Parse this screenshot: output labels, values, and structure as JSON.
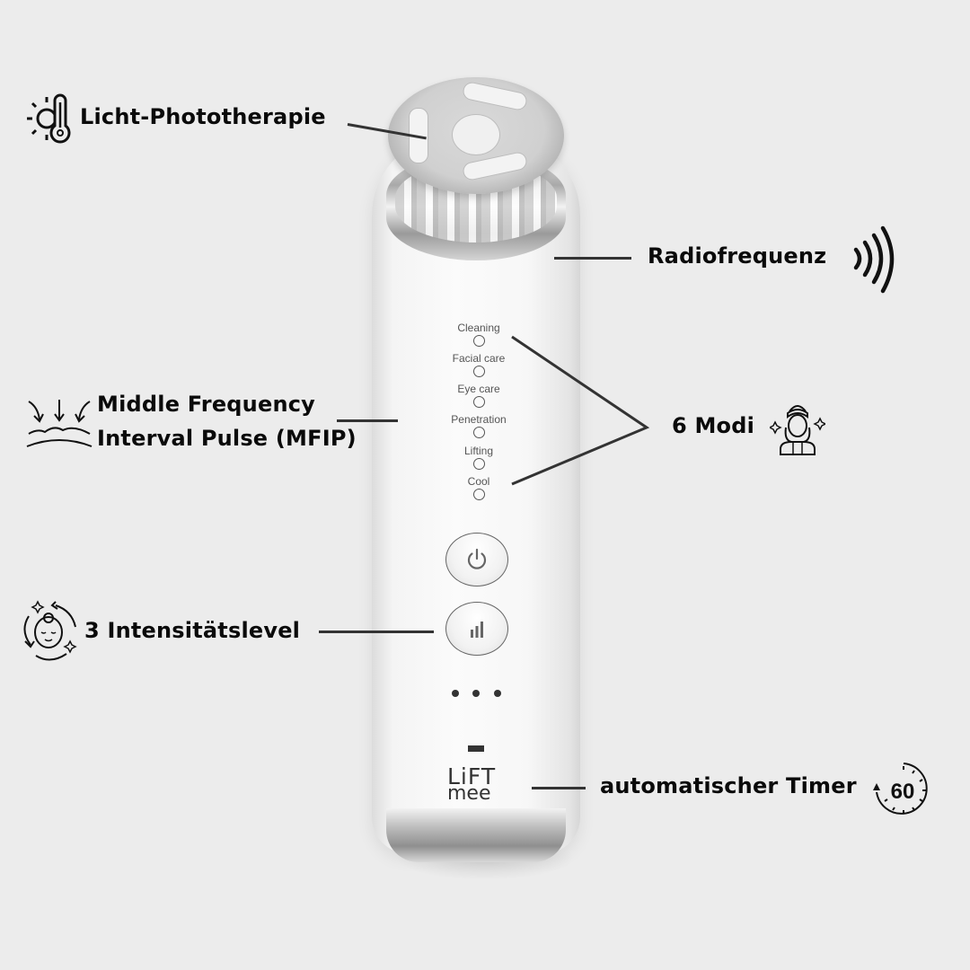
{
  "features": {
    "light_therapy": {
      "label": "Licht-Phototherapie",
      "icon": "sun-thermometer-icon"
    },
    "radio_frequency": {
      "label": "Radiofrequenz",
      "icon": "radio-waves-icon"
    },
    "mfip": {
      "label_line1": "Middle Frequency",
      "label_line2": "Interval Pulse (MFIP)",
      "icon": "pressure-waves-icon"
    },
    "modes": {
      "label": "6 Modi",
      "icon": "woman-sparkle-icon"
    },
    "intensity": {
      "label": "3 Intensitätslevel",
      "icon": "face-cycle-icon"
    },
    "timer": {
      "label": "automatischer Timer",
      "icon": "stopwatch-icon",
      "value": "60"
    }
  },
  "device": {
    "brand_line1": "LiFT",
    "brand_line2": "mee",
    "mode_list": [
      {
        "name": "Cleaning"
      },
      {
        "name": "Facial care"
      },
      {
        "name": "Eye care"
      },
      {
        "name": "Penetration"
      },
      {
        "name": "Lifting"
      },
      {
        "name": "Cool"
      }
    ],
    "buttons": {
      "power": "power-icon",
      "intensity": "signal-bars-icon"
    },
    "intensity_dots": 3
  },
  "colors": {
    "background": "#ececec",
    "text": "#0a0a0a",
    "line": "#333333",
    "device_white": "#f8f8f8"
  }
}
